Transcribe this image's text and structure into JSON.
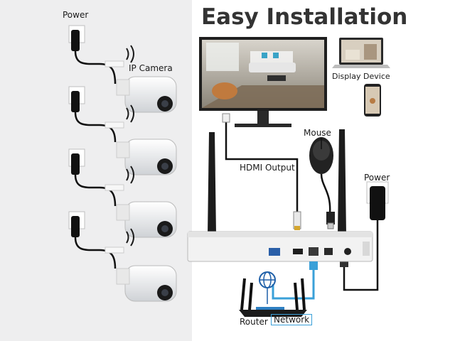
{
  "title": "Easy Installation",
  "labels": {
    "power_left": "Power",
    "ip_camera": "IP Camera",
    "display_device": "Display Device",
    "mouse": "Mouse",
    "hdmi_output": "HDMI Output",
    "power_right": "Power",
    "router": "Router",
    "network": "Network"
  },
  "colors": {
    "panel_bg": "#eeeeef",
    "network_cable": "#3aa0d8",
    "router_body": "#1b1b1b",
    "nvr_body": "#f2f2f2"
  },
  "icons": [
    "camera-icon",
    "wifi-signal-icon",
    "power-adapter-icon",
    "monitor-icon",
    "laptop-icon",
    "phone-icon",
    "mouse-icon",
    "router-icon",
    "globe-icon",
    "nvr-icon"
  ]
}
